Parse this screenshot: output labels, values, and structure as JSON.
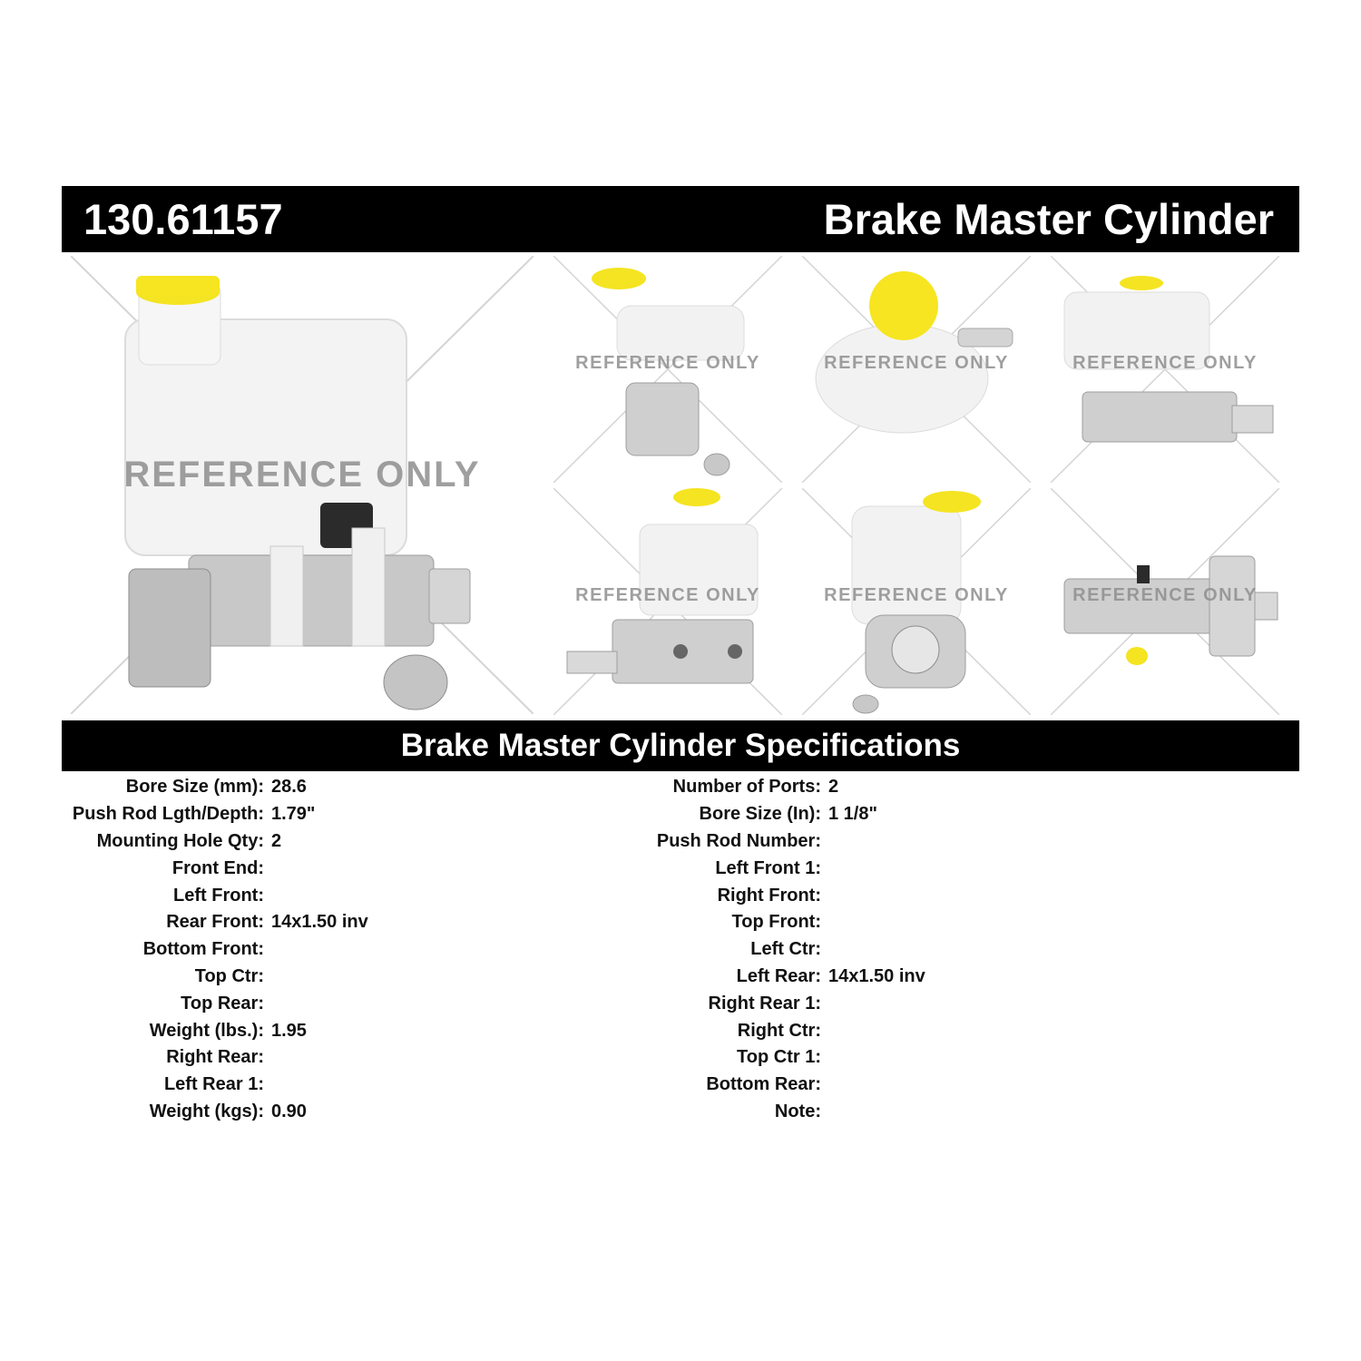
{
  "header": {
    "part_number": "130.61157",
    "product_name": "Brake Master Cylinder"
  },
  "photos": {
    "watermark": "REFERENCE ONLY",
    "count": 7
  },
  "specifications": {
    "title": "Brake Master Cylinder Specifications",
    "left": [
      {
        "label": "Bore Size (mm):",
        "value": "28.6"
      },
      {
        "label": "Push Rod Lgth/Depth:",
        "value": "1.79\""
      },
      {
        "label": "Mounting Hole Qty:",
        "value": "2"
      },
      {
        "label": "Front End:",
        "value": ""
      },
      {
        "label": "Left Front:",
        "value": ""
      },
      {
        "label": "Rear Front:",
        "value": "14x1.50 inv"
      },
      {
        "label": "Bottom Front:",
        "value": ""
      },
      {
        "label": "Top Ctr:",
        "value": ""
      },
      {
        "label": "Top Rear:",
        "value": ""
      },
      {
        "label": "Weight (lbs.):",
        "value": "1.95"
      },
      {
        "label": "Right Rear:",
        "value": ""
      },
      {
        "label": "Left Rear 1:",
        "value": ""
      },
      {
        "label": "Weight (kgs):",
        "value": "0.90"
      }
    ],
    "right": [
      {
        "label": "Number of Ports:",
        "value": "2"
      },
      {
        "label": "Bore Size (In):",
        "value": "1 1/8\""
      },
      {
        "label": "Push Rod Number:",
        "value": ""
      },
      {
        "label": "Left Front 1:",
        "value": ""
      },
      {
        "label": "Right Front:",
        "value": ""
      },
      {
        "label": "Top Front:",
        "value": ""
      },
      {
        "label": "Left Ctr:",
        "value": ""
      },
      {
        "label": "Left Rear:",
        "value": "14x1.50 inv"
      },
      {
        "label": "Right Rear 1:",
        "value": ""
      },
      {
        "label": "Right Ctr:",
        "value": ""
      },
      {
        "label": "Top Ctr 1:",
        "value": ""
      },
      {
        "label": "Bottom Rear:",
        "value": ""
      },
      {
        "label": "Note:",
        "value": ""
      }
    ]
  }
}
